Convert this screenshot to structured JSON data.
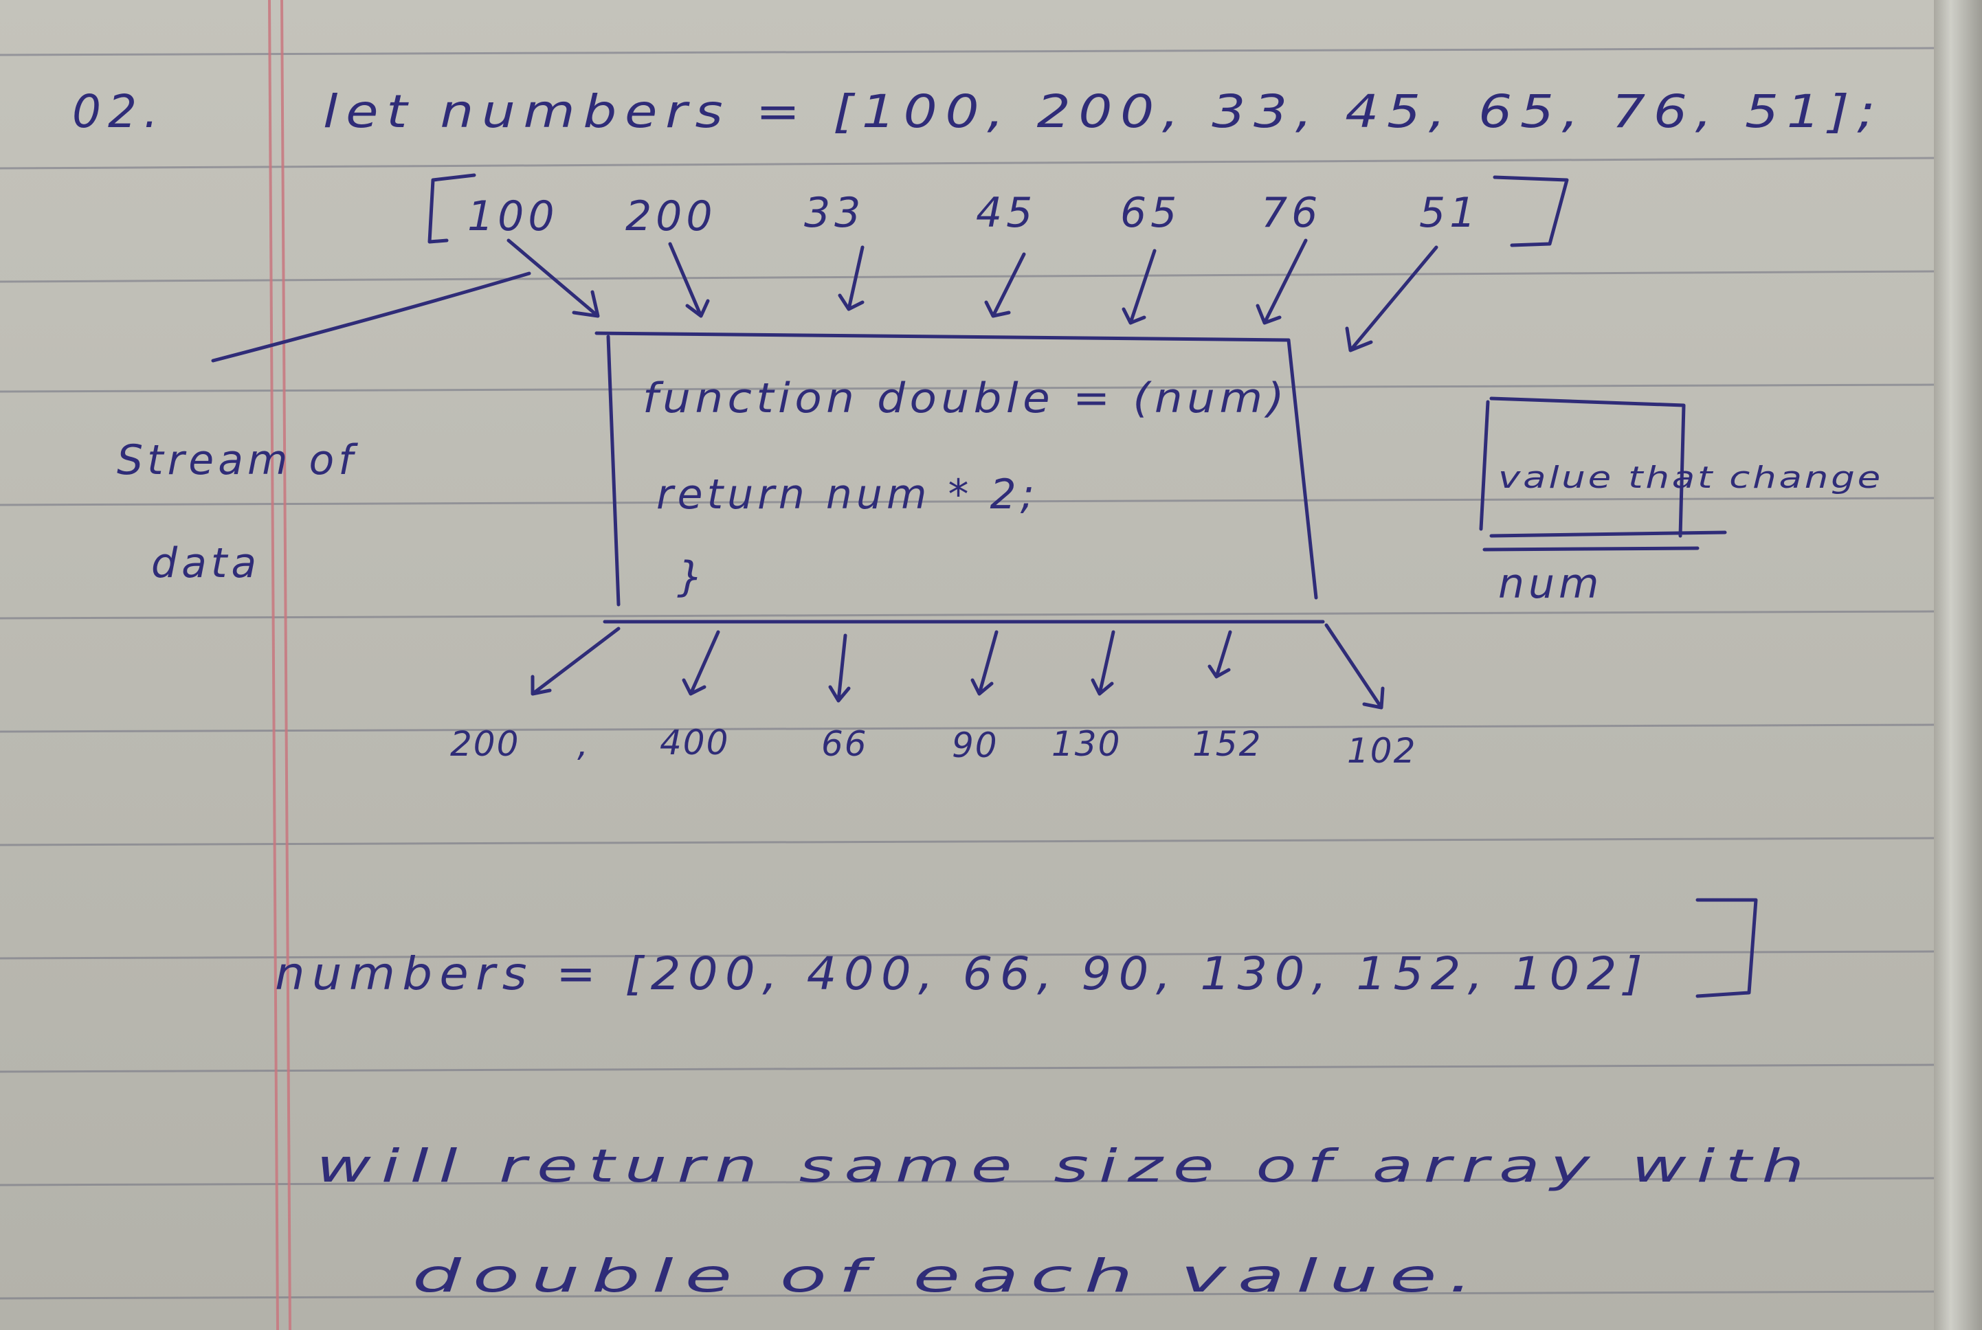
{
  "note": {
    "number": "02.",
    "code_line": "let numbers = [100, 200, 33, 45, 65, 76, 51];",
    "input_array": [
      "100",
      "200",
      "33",
      "45",
      "65",
      "76",
      "51"
    ],
    "function_box": {
      "line1": "function double = (num)",
      "line2": "return num * 2;",
      "line3": "}"
    },
    "side_label_line1": "Stream of",
    "side_label_line2": "data",
    "value_box_text": "value that change",
    "value_box_label": "num",
    "output_values": [
      "200",
      "400",
      "66",
      "90",
      "130",
      "152",
      "102"
    ],
    "output_separator": ",",
    "result_line": "numbers = [200, 400, 66, 90, 130, 152, 102]",
    "summary_line1": "will return same size of array with",
    "summary_line2": "double of each value."
  },
  "colors": {
    "ink": "#2f2c78",
    "paper": "#c4c3bb",
    "rule_lines": "#6f7080",
    "margin_line": "#c9777f"
  }
}
